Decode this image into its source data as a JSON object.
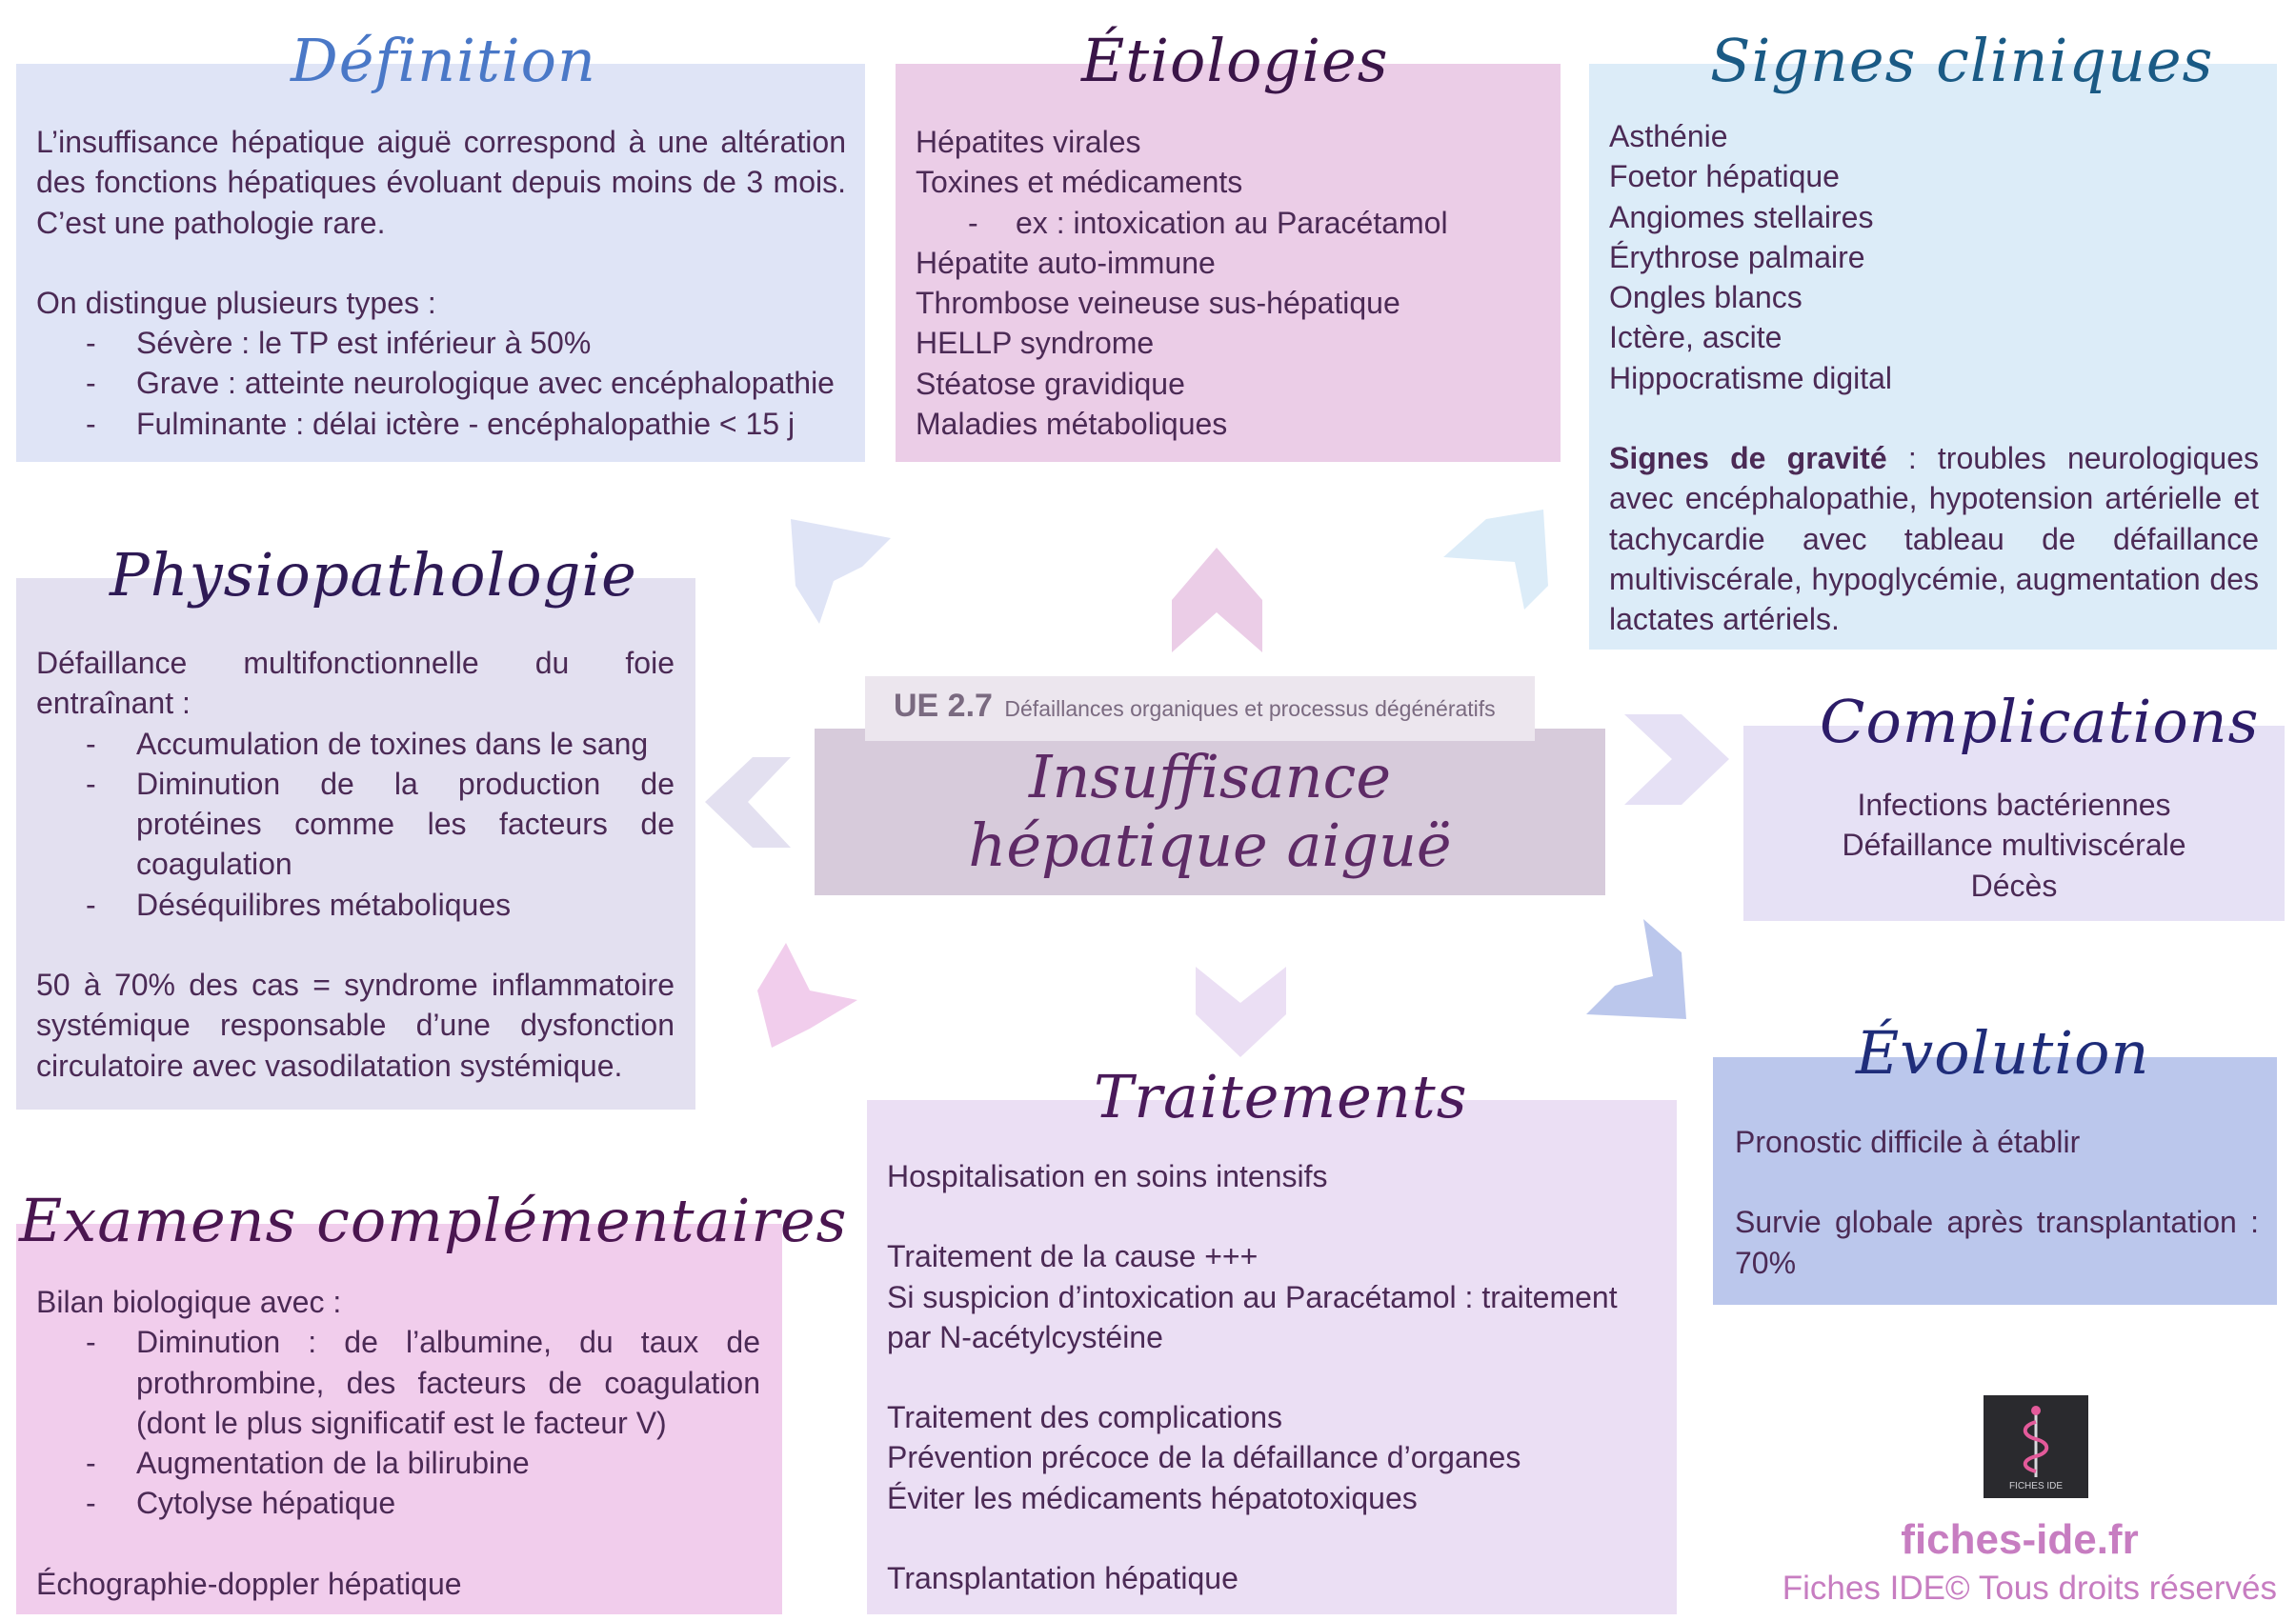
{
  "center": {
    "ue_code": "UE 2.7",
    "ue_label": "Défaillances organiques et processus dégénératifs",
    "title_line1": "Insuffisance",
    "title_line2": "hépatique aiguë"
  },
  "definition": {
    "title": "Définition",
    "para": "L’insuffisance hépatique aiguë correspond à une altération des fonctions hépatiques évoluant depuis moins de 3 mois. C’est une pathologie rare.",
    "intro": "On distingue plusieurs types :",
    "items": [
      "Sévère : le TP est inférieur à 50%",
      "Grave : atteinte neurologique avec encéphalopathie",
      "Fulminante : délai ictère - encéphalopathie < 15 j"
    ]
  },
  "etiologies": {
    "title": "Étiologies",
    "items": [
      "Hépatites virales",
      "Toxines et médicaments",
      "Hépatite auto-immune",
      "Thrombose veineuse sus-hépatique",
      "HELLP syndrome",
      "Stéatose gravidique",
      "Maladies métaboliques"
    ],
    "sub_item": "ex : intoxication au Paracétamol"
  },
  "signes": {
    "title": "Signes cliniques",
    "items": [
      "Asthénie",
      "Foetor hépatique",
      "Angiomes stellaires",
      "Érythrose palmaire",
      "Ongles blancs",
      "Ictère, ascite",
      "Hippocratisme digital"
    ],
    "gravite_label": "Signes de gravité",
    "gravite_text": " : troubles neurologiques avec encéphalopathie, hypotension artérielle et tachycardie avec tableau de défaillance multiviscérale, hypoglycémie, augmentation des lactates artériels."
  },
  "physio": {
    "title": "Physiopathologie",
    "intro": "Défaillance multifonctionnelle du foie entraînant :",
    "items": [
      "Accumulation de toxines dans le sang",
      "Diminution de la production de protéines comme les facteurs de coagulation",
      "Déséquilibres métaboliques"
    ],
    "para": "50 à 70% des cas = syndrome inflammatoire systémique responsable d’une dysfonction circulatoire avec vasodilatation systémique."
  },
  "complications": {
    "title": "Complications",
    "items": [
      "Infections bactériennes",
      "Défaillance multiviscérale",
      "Décès"
    ]
  },
  "evolution": {
    "title": "Évolution",
    "line1": "Pronostic difficile à établir",
    "line2": "Survie globale après transplantation : 70%"
  },
  "examens": {
    "title": "Examens complémentaires",
    "bilan_label": "Bilan biologique",
    "bilan_suffix": " avec :",
    "items": [
      "Diminution : de l’albumine, du taux de prothrombine, des facteurs de coagulation (dont le plus significatif est le facteur V)",
      "Augmentation de la bilirubine",
      "Cytolyse hépatique"
    ],
    "echo": "Échographie-doppler hépatique"
  },
  "traitements": {
    "title": "Traitements",
    "l1": "Hospitalisation en soins intensifs",
    "h2": "Traitement de la cause +++",
    "l2": "Si suspicion d’intoxication au Paracétamol : traitement par N-acétylcystéine",
    "h3": "Traitement des complications",
    "l3a": "Prévention précoce de la défaillance d’organes",
    "l3b": "Éviter les médicaments hépatotoxiques",
    "h4": "Transplantation hépatique"
  },
  "footer": {
    "logo_text": "FICHES IDE",
    "site": "fiches-ide.fr",
    "copyright": "Fiches IDE© Tous droits réservés"
  },
  "colors": {
    "definition_bg": "#dfe4f6",
    "etiologies_bg": "#ebcde7",
    "signes_bg": "#dcecf8",
    "physio_bg": "#e3e0f0",
    "complications_bg": "#e6e1f5",
    "evolution_bg": "#bbc7ec",
    "examens_bg": "#f1cdec",
    "traitements_bg": "#ebdff4",
    "center_bg": "#d7cbdb",
    "ue_bg": "#ece6ee"
  }
}
